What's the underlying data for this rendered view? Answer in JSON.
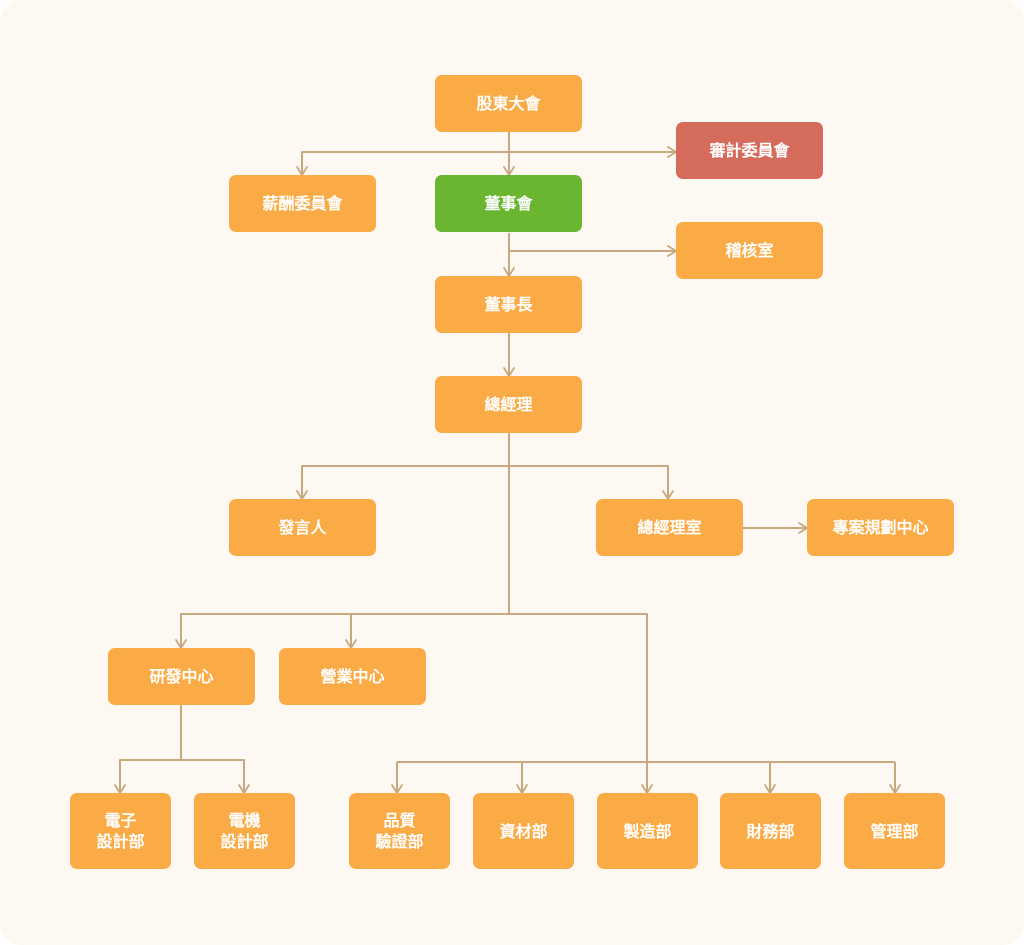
{
  "colors": {
    "default": "#fbab45",
    "board": "#6ab630",
    "audit": "#d46b5b",
    "connector": "#c8a87e",
    "background": "#fdf8f2"
  },
  "nodes": {
    "shareholders": {
      "label": "股東大會",
      "color": "default"
    },
    "audit_committee": {
      "label": "審計委員會",
      "color": "audit"
    },
    "remuneration_committee": {
      "label": "薪酬委員會",
      "color": "default"
    },
    "board": {
      "label": "董事會",
      "color": "board"
    },
    "internal_audit": {
      "label": "稽核室",
      "color": "default"
    },
    "chairman": {
      "label": "董事長",
      "color": "default"
    },
    "general_manager": {
      "label": "總經理",
      "color": "default"
    },
    "spokesperson": {
      "label": "發言人",
      "color": "default"
    },
    "gm_office": {
      "label": "總經理室",
      "color": "default"
    },
    "project_planning": {
      "label": "專案規劃中心",
      "color": "default"
    },
    "rd_center": {
      "label": "研發中心",
      "color": "default"
    },
    "sales_center": {
      "label": "營業中心",
      "color": "default"
    },
    "electronic_design": {
      "label": "電子\n設計部",
      "color": "default"
    },
    "motor_design": {
      "label": "電機\n設計部",
      "color": "default"
    },
    "quality_verification": {
      "label": "品質\n驗證部",
      "color": "default"
    },
    "materials": {
      "label": "資材部",
      "color": "default"
    },
    "manufacturing": {
      "label": "製造部",
      "color": "default"
    },
    "finance": {
      "label": "財務部",
      "color": "default"
    },
    "management": {
      "label": "管理部",
      "color": "default"
    }
  }
}
